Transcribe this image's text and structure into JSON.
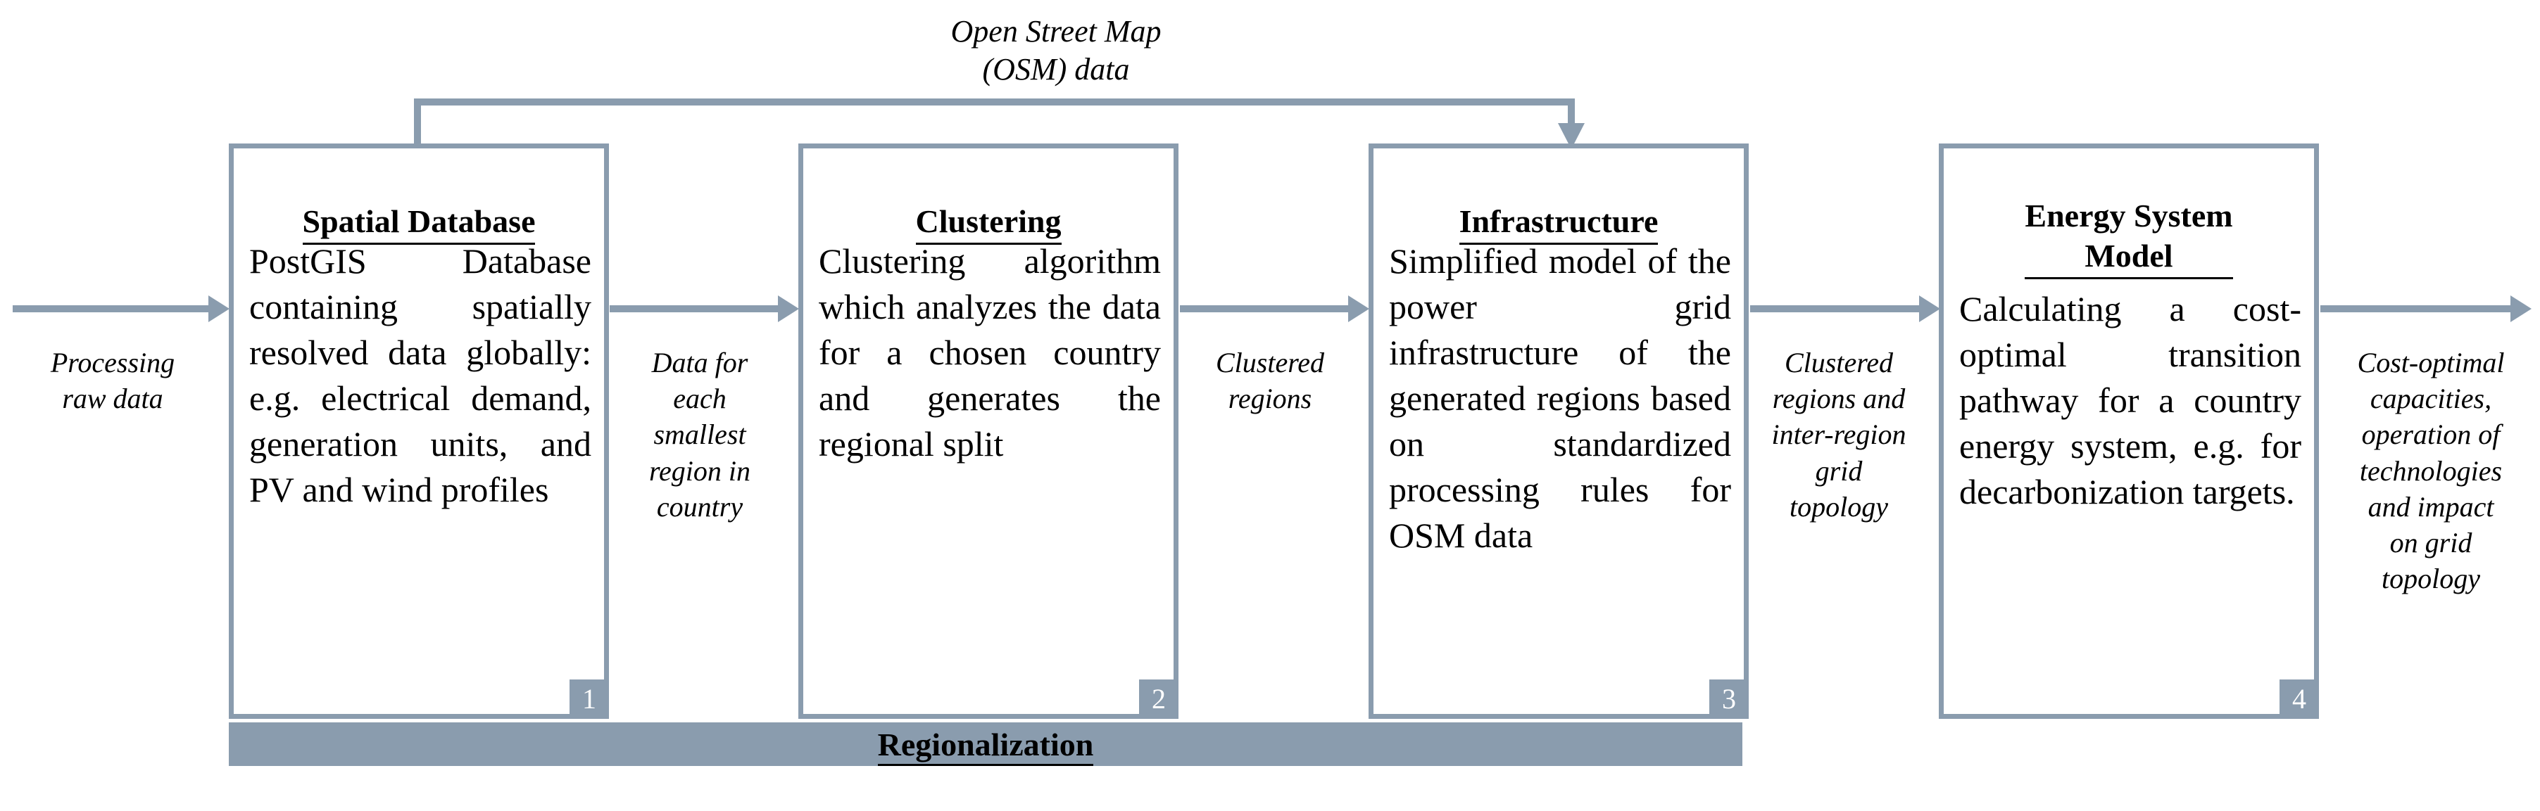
{
  "diagram": {
    "osm_source_label": "Open Street Map\n(OSM) data",
    "banner_label": "Regionalization",
    "accent_color": "#8a9cae",
    "boxes": [
      {
        "number": "1",
        "title": "Spatial Database",
        "body": "PostGIS Database containing spatially resolved data globally: e.g. electrical demand, generation units, and PV and wind profiles"
      },
      {
        "number": "2",
        "title": "Clustering",
        "body": "Clustering algorithm which analyzes the data for a chosen country and generates the regional split"
      },
      {
        "number": "3",
        "title": "Infrastructure",
        "body": "Simplified model of the power grid infrastructure of the generated regions based on standardized processing rules for OSM data"
      },
      {
        "number": "4",
        "title": "Energy System\nModel",
        "body": "Calculating a cost-optimal transition pathway for a country energy system, e.g. for decarbonization targets."
      }
    ],
    "flows": [
      {
        "label": "Processing\nraw data"
      },
      {
        "label": "Data for\neach\nsmallest\nregion in\ncountry"
      },
      {
        "label": "Clustered\nregions"
      },
      {
        "label": "Clustered\nregions and\ninter-region\ngrid\ntopology"
      },
      {
        "label": "Cost-optimal\ncapacities,\noperation of\ntechnologies\nand impact\non grid\ntopology"
      }
    ]
  }
}
